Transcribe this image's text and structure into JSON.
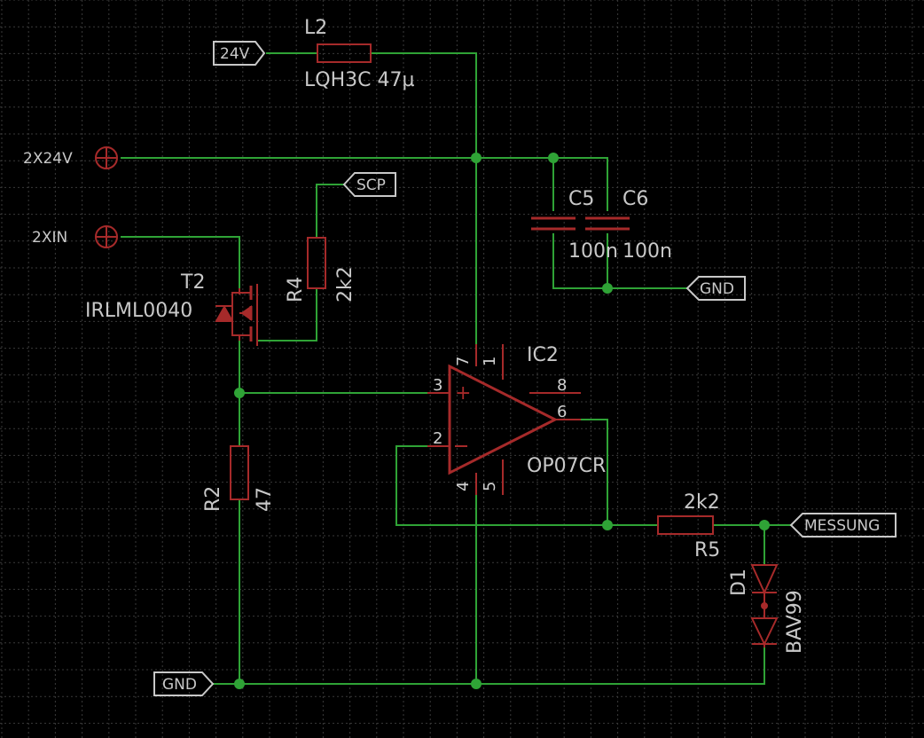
{
  "components": {
    "l2": {
      "name": "L2",
      "value": "LQH3C 47µ"
    },
    "c5": {
      "name": "C5",
      "value": "100n"
    },
    "c6": {
      "name": "C6",
      "value": "100n"
    },
    "t2": {
      "name": "T2",
      "value": "IRLML0040"
    },
    "r4": {
      "name": "R4",
      "value": "2k2"
    },
    "r2": {
      "name": "R2",
      "value": "47"
    },
    "r5": {
      "name": "R5",
      "value": "2k2"
    },
    "ic2": {
      "name": "IC2",
      "value": "OP07CR",
      "pins": {
        "p1": "1",
        "p2": "2",
        "p3": "3",
        "p4": "4",
        "p5": "5",
        "p6": "6",
        "p7": "7",
        "p8": "8"
      }
    },
    "d1": {
      "name": "D1",
      "value": "BAV99"
    }
  },
  "nets": {
    "v24": "24V",
    "scp": "SCP",
    "gnd_right": "GND",
    "gnd_bottom": "GND",
    "messung": "MESSUNG",
    "x24v": "2X24V",
    "xin": "2XIN"
  },
  "colors": {
    "background": "#000000",
    "wire": "#2fa336",
    "symbol": "#a62a2a",
    "text": "#c8c8c8",
    "grid": "#3a3a3a"
  }
}
